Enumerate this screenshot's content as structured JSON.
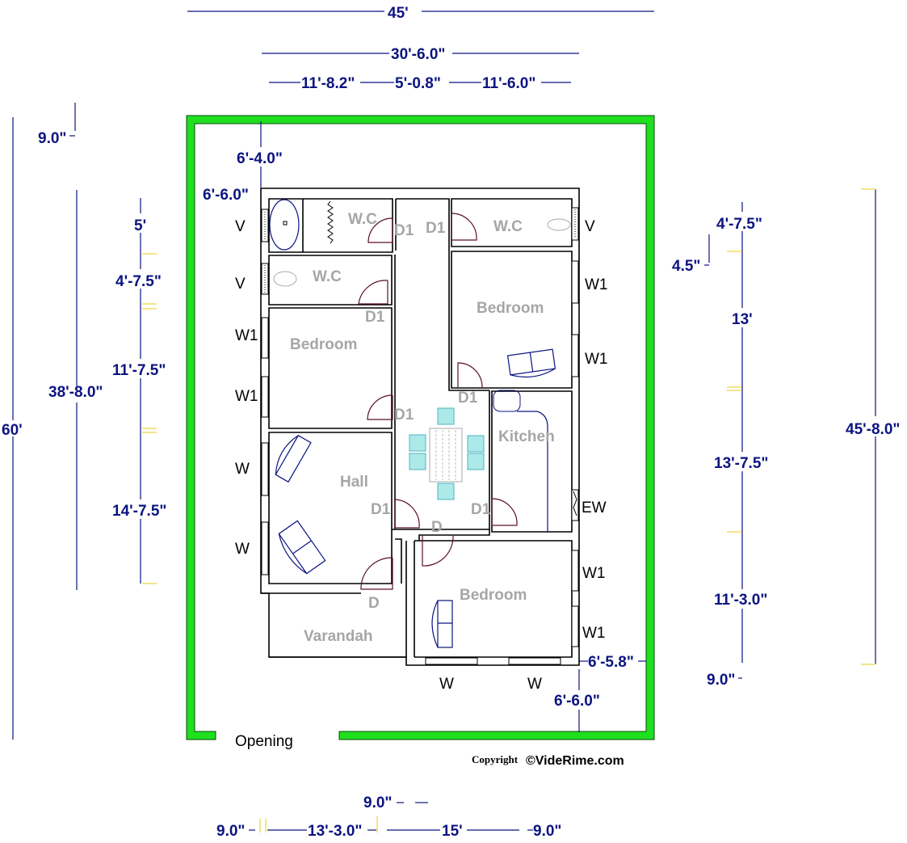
{
  "plot": {
    "boundary_color": "#1fe01f",
    "opening_label": "Opening",
    "copyright_prefix": "Copyright",
    "copyright_brand": "©VideRime.com"
  },
  "dimensions": {
    "top": {
      "overall_width": "45'",
      "house_width": "30'-6.0\"",
      "segment_left": "11'-8.2\"",
      "segment_middle": "5'-0.8\"",
      "segment_right": "11'-6.0\""
    },
    "left": {
      "overall_depth": "60'",
      "house_depth": "38'-8.0\"",
      "top_setback": "9.0\"",
      "front_setback": "6'-4.0\"",
      "side_setback_left": "6'-6.0\"",
      "seg_wc1": "5'",
      "seg_wc2": "4'-7.5\"",
      "seg_bedroom": "11'-7.5\"",
      "seg_hall": "14'-7.5\""
    },
    "right": {
      "house_depth": "45'-8.0\"",
      "seg_wc": "4'-7.5\"",
      "seg_gap": "4.5\"",
      "seg_bedroom": "13'",
      "seg_kitchen": "13'-7.5\"",
      "seg_bedroom2": "11'-3.0\"",
      "seg_bottom": "9.0\"",
      "side_setback_right": "6'-5.8\"",
      "rear_setback": "6'-6.0\""
    },
    "bottom": {
      "gap_top": "9.0\"",
      "left_wall": "9.0\"",
      "seg_left": "13'-3.0\"",
      "seg_right": "15'",
      "right_wall": "9.0\""
    }
  },
  "rooms": {
    "wc_top_left": "W.C",
    "wc_top_right": "W.C",
    "wc_left": "W.C",
    "bedroom_left": "Bedroom",
    "bedroom_right": "Bedroom",
    "bedroom_bottom": "Bedroom",
    "hall": "Hall",
    "kitchen": "Kitchen",
    "varandah": "Varandah"
  },
  "doors": {
    "d1_wc_top_left": "D1",
    "d1_wc_top_right": "D1",
    "d1_wc_left": "D1",
    "d1_bedroom_left": "D1",
    "d1_bedroom_right": "D1",
    "d1_hall": "D1",
    "d1_kitchen": "D1",
    "d_bedroom_bottom": "D",
    "d_main": "D"
  },
  "windows": {
    "v_top_left": "V",
    "v_left": "V",
    "v_top_right": "V",
    "w1_left_1": "W1",
    "w1_left_2": "W1",
    "w_left_1": "W",
    "w_left_2": "W",
    "w1_right_1": "W1",
    "w1_right_2": "W1",
    "ew_right": "EW",
    "w1_right_3": "W1",
    "w1_right_4": "W1",
    "w_bottom_1": "W",
    "w_bottom_2": "W"
  }
}
